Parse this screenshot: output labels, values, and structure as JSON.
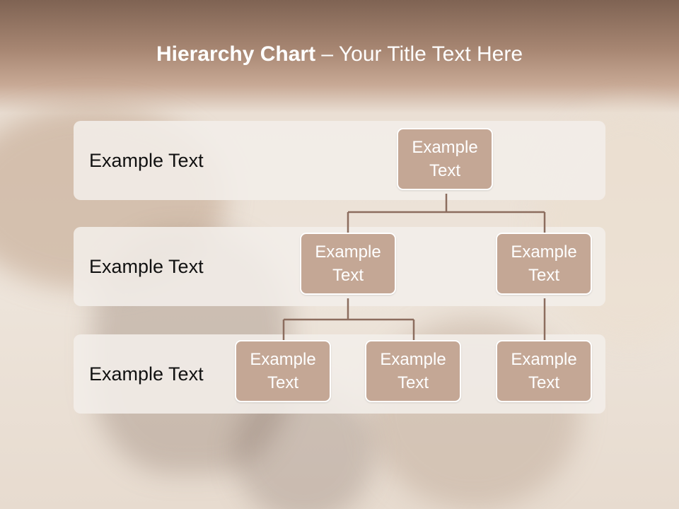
{
  "slide": {
    "title_bold": "Hierarchy Chart",
    "title_rest": " – Your Title Text Here"
  },
  "levels": [
    {
      "label": "Example Text"
    },
    {
      "label": "Example Text"
    },
    {
      "label": "Example Text"
    }
  ],
  "nodes": {
    "root": "Example Text",
    "l2_left": "Example Text",
    "l2_right": "Example Text",
    "l3_a": "Example Text",
    "l3_b": "Example Text",
    "l3_c": "Example Text"
  },
  "colors": {
    "node_fill": "#c4a795",
    "connector": "#8c6d5e",
    "band": "#f3eee9"
  }
}
